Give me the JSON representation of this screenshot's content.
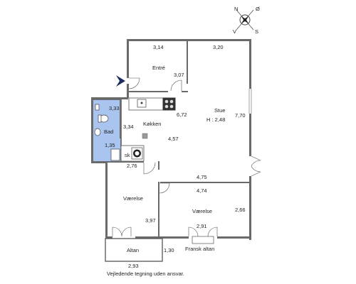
{
  "compass": {
    "labels": [
      "N",
      "Ø",
      "S",
      "V"
    ]
  },
  "rooms": {
    "entre": "Entré",
    "stue": "Stue",
    "stue_height": "H : 2,48",
    "kokken": "Køkken",
    "bad": "Bad",
    "sk": "sk",
    "vaerelse_left": "Værelse",
    "vaerelse_right": "Værelse",
    "altan": "Altan",
    "fransk_altan": "Fransk altan"
  },
  "dimensions": {
    "entre_width": "3,14",
    "stue_width": "3,20",
    "entre_depth": "3,07",
    "bad_top": "3,33",
    "kitchen_width": "6,72",
    "stue_depth": "7,70",
    "kitchen_left": "3,34",
    "kitchen_mid": "4,57",
    "bad_bottom": "1,35",
    "hall": "2,76",
    "stue_bottom": "4,75",
    "vaerelse_right_top": "4,74",
    "vaerelse_right_depth": "2,66",
    "vaerelse_left_depth": "3,97",
    "fransk_width": "2,91",
    "altan_depth": "1,30",
    "altan_width": "2,93"
  },
  "disclaimer": "Vejledende tegning uden ansvar.",
  "colors": {
    "bathroom_fill": "#a9c4ef",
    "wall": "#6a6a6a",
    "entry_arrow": "#1c2e5c"
  }
}
